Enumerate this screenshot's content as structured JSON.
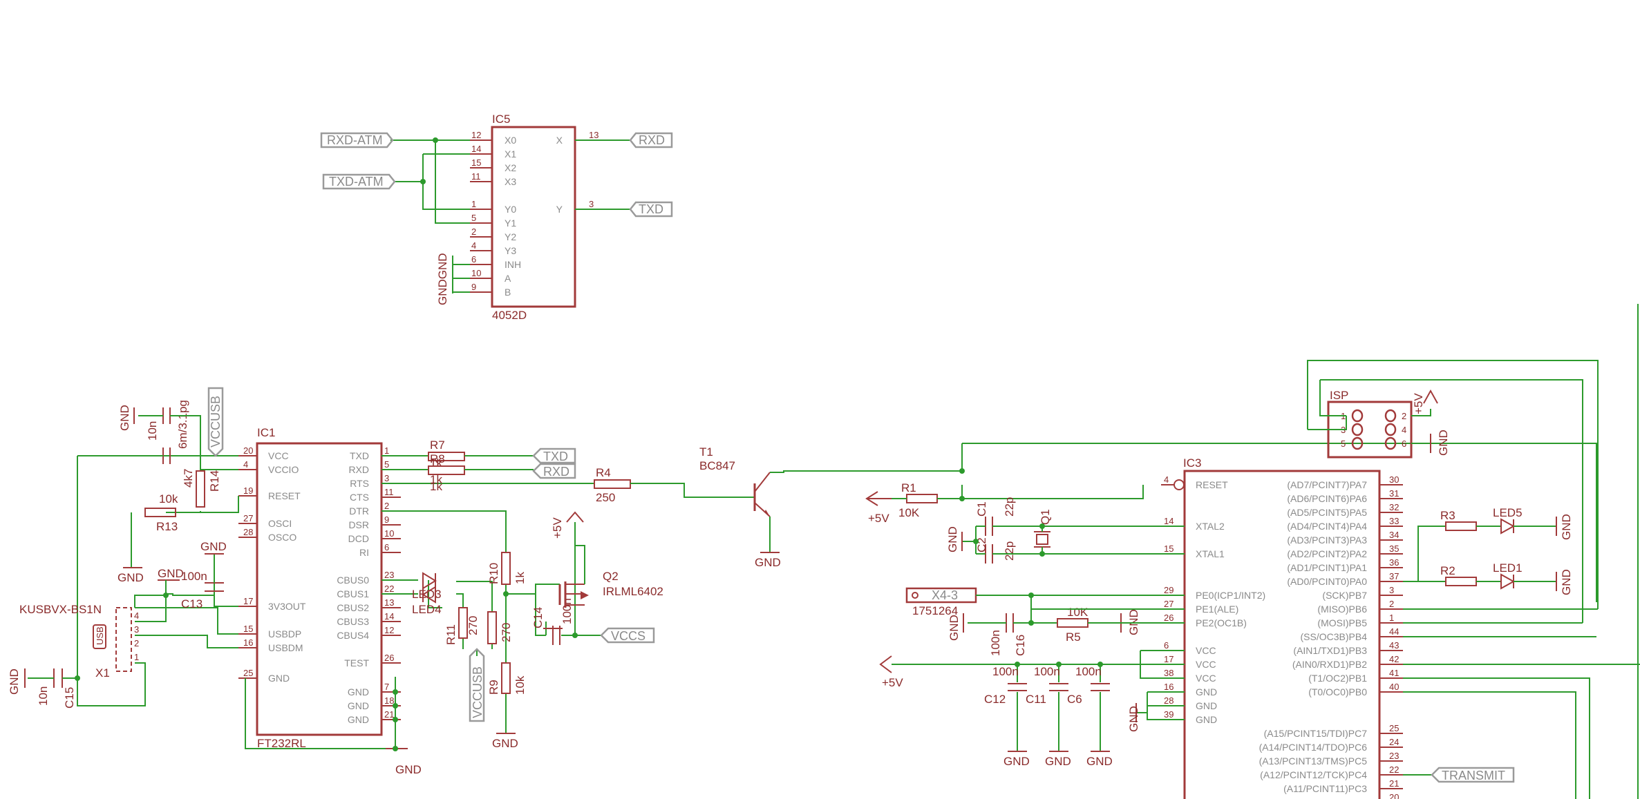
{
  "colors": {
    "part": "#a23a3a",
    "wire": "#2c9a2c",
    "label": "#8a8a8a",
    "text": "#8a2b2b"
  },
  "ic5": {
    "name": "IC5",
    "value": "4052D",
    "pins_left": [
      {
        "num": "12",
        "name": "X0"
      },
      {
        "num": "14",
        "name": "X1"
      },
      {
        "num": "15",
        "name": "X2"
      },
      {
        "num": "11",
        "name": "X3"
      },
      {
        "num": "1",
        "name": "Y0"
      },
      {
        "num": "5",
        "name": "Y1"
      },
      {
        "num": "2",
        "name": "Y2"
      },
      {
        "num": "4",
        "name": "Y3"
      },
      {
        "num": "6",
        "name": "INH"
      },
      {
        "num": "10",
        "name": "A"
      },
      {
        "num": "9",
        "name": "B"
      }
    ],
    "pins_right": [
      {
        "num": "13",
        "name": "X"
      },
      {
        "num": "3",
        "name": "Y"
      }
    ],
    "gnd_label": "GNDGND"
  },
  "ic1": {
    "name": "IC1",
    "value": "FT232RL",
    "pins_left": [
      {
        "num": "20",
        "name": "VCC"
      },
      {
        "num": "4",
        "name": "VCCIO"
      },
      {
        "num": "19",
        "name": "RESET"
      },
      {
        "num": "27",
        "name": "OSCI"
      },
      {
        "num": "28",
        "name": "OSCO"
      },
      {
        "num": "17",
        "name": "3V3OUT"
      },
      {
        "num": "15",
        "name": "USBDP"
      },
      {
        "num": "16",
        "name": "USBDM"
      },
      {
        "num": "25",
        "name": "GND"
      }
    ],
    "pins_right": [
      {
        "num": "1",
        "name": "TXD"
      },
      {
        "num": "5",
        "name": "RXD"
      },
      {
        "num": "3",
        "name": "RTS"
      },
      {
        "num": "11",
        "name": "CTS"
      },
      {
        "num": "2",
        "name": "DTR"
      },
      {
        "num": "9",
        "name": "DSR"
      },
      {
        "num": "10",
        "name": "DCD"
      },
      {
        "num": "6",
        "name": "RI"
      },
      {
        "num": "23",
        "name": "CBUS0"
      },
      {
        "num": "22",
        "name": "CBUS1"
      },
      {
        "num": "13",
        "name": "CBUS2"
      },
      {
        "num": "14",
        "name": "CBUS3"
      },
      {
        "num": "12",
        "name": "CBUS4"
      },
      {
        "num": "26",
        "name": "TEST"
      },
      {
        "num": "7",
        "name": "GND"
      },
      {
        "num": "18",
        "name": "GND"
      },
      {
        "num": "21",
        "name": "GND"
      }
    ]
  },
  "ic3": {
    "name": "IC3",
    "pins_left": [
      {
        "num": "4",
        "name": "RESET"
      },
      {
        "num": "14",
        "name": "XTAL2"
      },
      {
        "num": "15",
        "name": "XTAL1"
      },
      {
        "num": "29",
        "name": "PE0(ICP1/INT2)"
      },
      {
        "num": "27",
        "name": "PE1(ALE)"
      },
      {
        "num": "26",
        "name": "PE2(OC1B)"
      },
      {
        "num": "6",
        "name": "VCC"
      },
      {
        "num": "17",
        "name": "VCC"
      },
      {
        "num": "38",
        "name": "VCC"
      },
      {
        "num": "16",
        "name": "GND"
      },
      {
        "num": "28",
        "name": "GND"
      },
      {
        "num": "39",
        "name": "GND"
      }
    ],
    "pins_right": [
      {
        "num": "30",
        "name": "(AD7/PCINT7)PA7"
      },
      {
        "num": "31",
        "name": "(AD6/PCINT6)PA6"
      },
      {
        "num": "32",
        "name": "(AD5/PCINT5)PA5"
      },
      {
        "num": "33",
        "name": "(AD4/PCINT4)PA4"
      },
      {
        "num": "34",
        "name": "(AD3/PCINT3)PA3"
      },
      {
        "num": "35",
        "name": "(AD2/PCINT2)PA2"
      },
      {
        "num": "36",
        "name": "(AD1/PCINT1)PA1"
      },
      {
        "num": "37",
        "name": "(AD0/PCINT0)PA0"
      },
      {
        "num": "3",
        "name": "(SCK)PB7"
      },
      {
        "num": "2",
        "name": "(MISO)PB6"
      },
      {
        "num": "1",
        "name": "(MOSI)PB5"
      },
      {
        "num": "44",
        "name": "(SS/OC3B)PB4"
      },
      {
        "num": "43",
        "name": "(AIN1/TXD1)PB3"
      },
      {
        "num": "42",
        "name": "(AIN0/RXD1)PB2"
      },
      {
        "num": "41",
        "name": "(T1/OC2)PB1"
      },
      {
        "num": "40",
        "name": "(T0/OC0)PB0"
      },
      {
        "num": "25",
        "name": "(A15/PCINT15/TDI)PC7"
      },
      {
        "num": "24",
        "name": "(A14/PCINT14/TDO)PC6"
      },
      {
        "num": "23",
        "name": "(A13/PCINT13/TMS)PC5"
      },
      {
        "num": "22",
        "name": "(A12/PCINT12/TCK)PC4"
      },
      {
        "num": "21",
        "name": "(A11/PCINT11)PC3"
      },
      {
        "num": "20",
        "name": ""
      }
    ]
  },
  "nets": {
    "rxd_atm": "RXD-ATM",
    "txd_atm": "TXD-ATM",
    "rxd": "RXD",
    "txd": "TXD",
    "vccusb": "VCCUSB",
    "vccs": "VCCS",
    "transmit": "TRANSMIT"
  },
  "parts": {
    "r7": "R7",
    "r8": "R8",
    "r8_val": "1k",
    "r7_val": "1k",
    "r_rts_val": "1k",
    "r4": "R4",
    "r4_val": "250",
    "t1": "T1",
    "t1_val": "BC847",
    "r1": "R1",
    "r1_val": "10K",
    "c1": "C1",
    "c1_val": "22p",
    "c2": "C2",
    "c2_val": "22p",
    "q1": "Q1",
    "r14": "R14",
    "r14_val": "4k7",
    "r13": "R13",
    "r13_val": "10k",
    "c10": "10n",
    "c_6m": "6m/3.1pg",
    "c13": "C13",
    "c13_val": "100n",
    "c15": "C15",
    "c15_val": "10n",
    "x1": "X1",
    "x1_val": "KUSBVX-BS1N",
    "usb": "USB",
    "led3": "LED3",
    "led4": "LED4",
    "r10": "R10",
    "r10_val": "1k",
    "r11": "R11",
    "r11_val": "270",
    "r12_val": "270",
    "r9": "R9",
    "r9_val": "10k",
    "c14": "C14",
    "c14_val": "100n",
    "q2": "Q2",
    "q2_val": "IRLML6402",
    "x4": "X4-3",
    "x4_val": "1751264",
    "c16": "C16",
    "c16_val": "100n",
    "r5": "R5",
    "r5_val": "10K",
    "c12": "C12",
    "c11": "C11",
    "c6": "C6",
    "cap_val": "100n",
    "isp": "ISP",
    "isp_pins": [
      "1",
      "2",
      "3",
      "4",
      "5",
      "6"
    ],
    "r3": "R3",
    "r2": "R2",
    "led5": "LED5",
    "led1": "LED1"
  },
  "power": {
    "gnd": "GND",
    "p5v": "+5V"
  }
}
